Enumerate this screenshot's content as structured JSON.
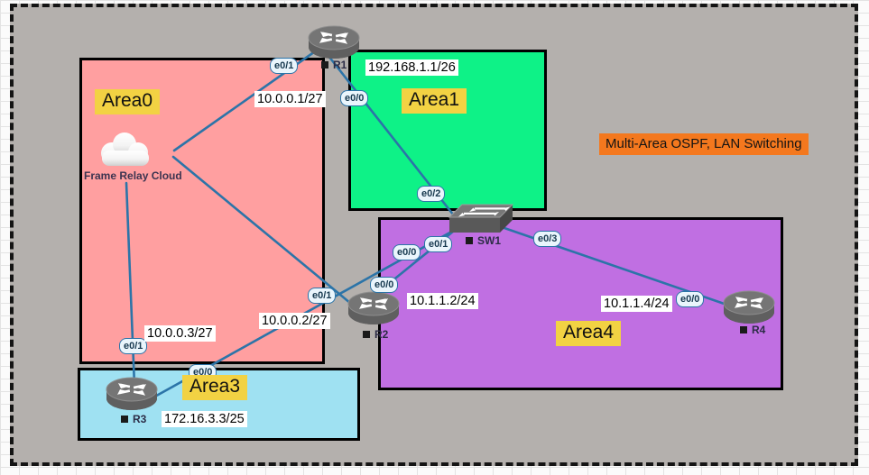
{
  "banner": {
    "text": "Multi-Area OSPF, LAN Switching"
  },
  "areas": {
    "area0": "Area0",
    "area1": "Area1",
    "area3": "Area3",
    "area4": "Area4"
  },
  "devices": {
    "r1": "R1",
    "r2": "R2",
    "r3": "R3",
    "r4": "R4",
    "sw1": "SW1",
    "cloud": "Frame Relay Cloud"
  },
  "interfaces": {
    "r1_e01": "e0/1",
    "r1_e00": "e0/0",
    "sw1_e02": "e0/2",
    "sw1_e01": "e0/1",
    "sw1_e00": "e0/0",
    "sw1_e03": "e0/3",
    "r2_e00": "e0/0",
    "r2_e01": "e0/1",
    "r3_e01": "e0/1",
    "r3_e00": "e0/0",
    "r4_e00": "e0/0"
  },
  "ip_labels": {
    "r1_lan": "192.168.1.1/26",
    "r1_wan": "10.0.0.1/27",
    "r2_wan": "10.0.0.2/27",
    "r3_wan": "10.0.0.3/27",
    "r2_lan": "10.1.1.2/24",
    "r4_lan": "10.1.1.4/24",
    "r3_lan": "172.16.3.3/25"
  },
  "colors": {
    "canvas_bg": "#b4b0ad",
    "area0": "#ff9fa0",
    "area1": "#0ef287",
    "area3": "#9fe1f2",
    "area4": "#c06fe2",
    "area_label_bg": "#f2d243",
    "banner_bg": "#f4781e",
    "link": "#2c74a8",
    "badge_bg": "#eaf5fc",
    "badge_border": "#2c74a8"
  }
}
